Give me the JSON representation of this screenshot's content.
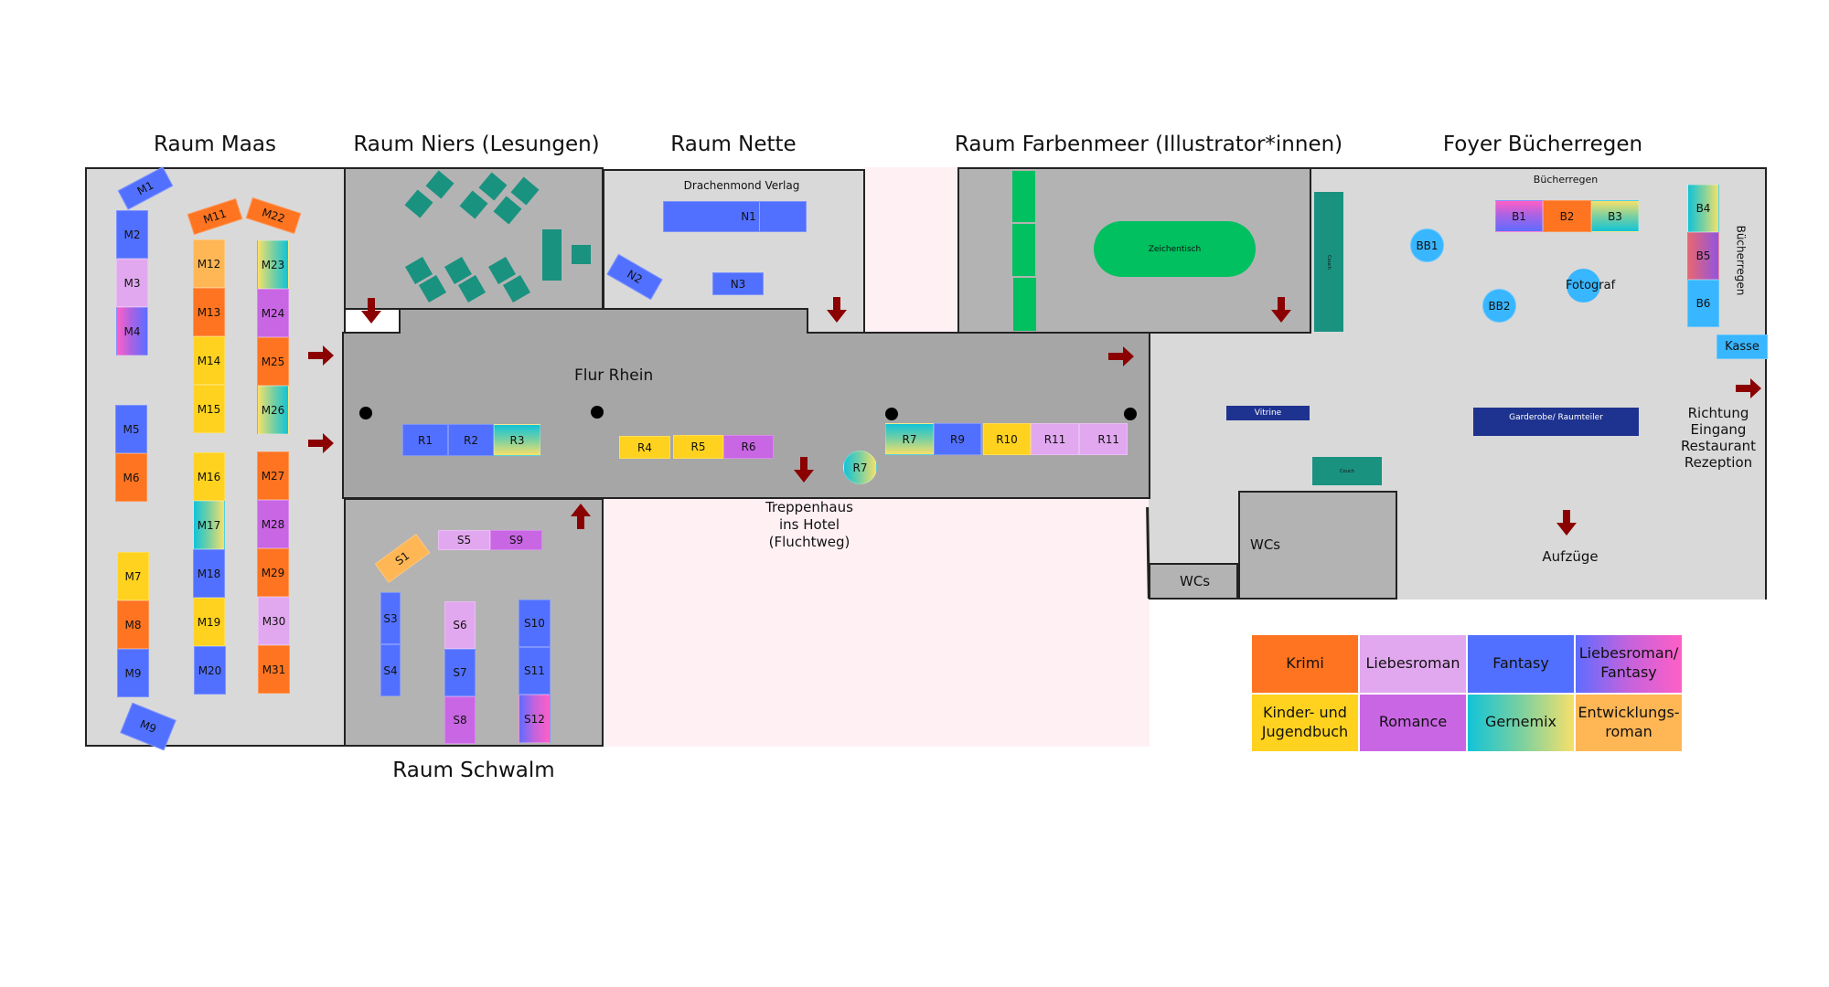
{
  "titles": {
    "maas": "Raum Maas",
    "niers": "Raum Niers (Lesungen)",
    "nette": "Raum Nette",
    "farbenmeer": "Raum Farbenmeer (Illustrator*innen)",
    "foyer": "Foyer Bücherregen",
    "schwalm": "Raum Schwalm"
  },
  "labels": {
    "flur_rhein": "Flur Rhein",
    "drachenmond": "Drachenmond Verlag",
    "zeichentisch": "Zeichentisch",
    "couch": "Couch",
    "buecherregen_top": "Bücherregen",
    "buecherregen_side": "Bücherregen",
    "fotograf": "Fotograf",
    "kasse": "Kasse",
    "vitrine": "Vitrine",
    "garderobe": "Garderobe/ Raumteiler",
    "wcs_small": "WCs",
    "wcs_large": "WCs",
    "aufzuege": "Aufzüge",
    "richtung": [
      "Richtung",
      "Eingang",
      "Restaurant",
      "Rezeption"
    ],
    "treppenhaus": [
      "Treppenhaus",
      "ins Hotel",
      "(Fluchtweg)"
    ]
  },
  "stands": {
    "maas": [
      {
        "id": "M1",
        "genre": "Fantasy"
      },
      {
        "id": "M2",
        "genre": "Fantasy"
      },
      {
        "id": "M3",
        "genre": "Liebesroman"
      },
      {
        "id": "M4",
        "genre": "Liebesroman/ Fantasy"
      },
      {
        "id": "M5",
        "genre": "Fantasy"
      },
      {
        "id": "M6",
        "genre": "Krimi"
      },
      {
        "id": "M7",
        "genre": "Kinder- und Jugendbuch"
      },
      {
        "id": "M8",
        "genre": "Krimi"
      },
      {
        "id": "M9",
        "genre": "Fantasy"
      },
      {
        "id": "M9",
        "genre": "Fantasy"
      },
      {
        "id": "M11",
        "genre": "Krimi"
      },
      {
        "id": "M12",
        "genre": "Entwicklungsroman"
      },
      {
        "id": "M13",
        "genre": "Krimi"
      },
      {
        "id": "M14",
        "genre": "Kinder- und Jugendbuch"
      },
      {
        "id": "M15",
        "genre": "Kinder- und Jugendbuch"
      },
      {
        "id": "M16",
        "genre": "Kinder- und Jugendbuch"
      },
      {
        "id": "M17",
        "genre": "Gernemix"
      },
      {
        "id": "M18",
        "genre": "Fantasy"
      },
      {
        "id": "M19",
        "genre": "Kinder- und Jugendbuch"
      },
      {
        "id": "M20",
        "genre": "Fantasy"
      },
      {
        "id": "M22",
        "genre": "Krimi"
      },
      {
        "id": "M23",
        "genre": "Gernemix"
      },
      {
        "id": "M24",
        "genre": "Romance"
      },
      {
        "id": "M25",
        "genre": "Krimi"
      },
      {
        "id": "M26",
        "genre": "Gernemix"
      },
      {
        "id": "M27",
        "genre": "Krimi"
      },
      {
        "id": "M28",
        "genre": "Romance"
      },
      {
        "id": "M29",
        "genre": "Krimi"
      },
      {
        "id": "M30",
        "genre": "Liebesroman"
      },
      {
        "id": "M31",
        "genre": "Krimi"
      }
    ],
    "nette": [
      {
        "id": "N1",
        "genre": "Fantasy"
      },
      {
        "id": "N2",
        "genre": "Fantasy"
      },
      {
        "id": "N3",
        "genre": "Fantasy"
      }
    ],
    "rhein": [
      {
        "id": "R1",
        "genre": "Fantasy"
      },
      {
        "id": "R2",
        "genre": "Fantasy"
      },
      {
        "id": "R3",
        "genre": "Gernemix"
      },
      {
        "id": "R4",
        "genre": "Kinder- und Jugendbuch"
      },
      {
        "id": "R5",
        "genre": "Kinder- und Jugendbuch"
      },
      {
        "id": "R6",
        "genre": "Romance"
      },
      {
        "id": "R7",
        "genre": "Gernemix"
      },
      {
        "id": "R7",
        "genre": "Gernemix"
      },
      {
        "id": "R9",
        "genre": "Fantasy"
      },
      {
        "id": "R10",
        "genre": "Kinder- und Jugendbuch"
      },
      {
        "id": "R11",
        "genre": "Liebesroman"
      },
      {
        "id": "R11",
        "genre": "Liebesroman"
      }
    ],
    "schwalm": [
      {
        "id": "S1",
        "genre": "Entwicklungsroman"
      },
      {
        "id": "S3",
        "genre": "Fantasy"
      },
      {
        "id": "S4",
        "genre": "Fantasy"
      },
      {
        "id": "S5",
        "genre": "Liebesroman"
      },
      {
        "id": "S6",
        "genre": "Liebesroman"
      },
      {
        "id": "S7",
        "genre": "Fantasy"
      },
      {
        "id": "S8",
        "genre": "Romance"
      },
      {
        "id": "S9",
        "genre": "Romance"
      },
      {
        "id": "S10",
        "genre": "Fantasy"
      },
      {
        "id": "S11",
        "genre": "Fantasy"
      },
      {
        "id": "S12",
        "genre": "Liebesroman/ Fantasy"
      }
    ],
    "foyer": [
      {
        "id": "B1",
        "genre": "Liebesroman/ Fantasy"
      },
      {
        "id": "B2",
        "genre": "Krimi"
      },
      {
        "id": "B3",
        "genre": "Gernemix"
      },
      {
        "id": "B4",
        "genre": "Gernemix"
      },
      {
        "id": "B5"
      },
      {
        "id": "B6"
      },
      {
        "id": "BB1"
      },
      {
        "id": "BB2"
      }
    ]
  },
  "legend": [
    {
      "label": "Krimi",
      "color": "#fe7420"
    },
    {
      "label": "Liebesroman",
      "color": "#e2a8ef"
    },
    {
      "label": "Fantasy",
      "color": "#5270ff"
    },
    {
      "label": "Liebesroman/ Fantasy",
      "color": "gradient #5f6cff→#ff5fc6"
    },
    {
      "label": "Kinder- und Jugendbuch",
      "color": "#ffd21f"
    },
    {
      "label": "Romance",
      "color": "#c966e4"
    },
    {
      "label": "Gernemix",
      "color": "gradient #12c3d8→#f6e06a"
    },
    {
      "label": "Entwicklungs- roman",
      "color": "#ffb655"
    }
  ],
  "legend_lines": {
    "l0": "Krimi",
    "l1": "Liebesroman",
    "l2": "Fantasy",
    "l3a": "Liebesroman/",
    "l3b": "Fantasy",
    "l4a": "Kinder- und",
    "l4b": "Jugendbuch",
    "l5": "Romance",
    "l6": "Gernemix",
    "l7a": "Entwicklungs-",
    "l7b": "roman"
  },
  "colors": {
    "exit_arrow": "#8b0000",
    "couch": "#1a9280",
    "illustrator_tables": "#00c060",
    "kasse": "#38b6ff",
    "vitrine": "#1e3390"
  }
}
